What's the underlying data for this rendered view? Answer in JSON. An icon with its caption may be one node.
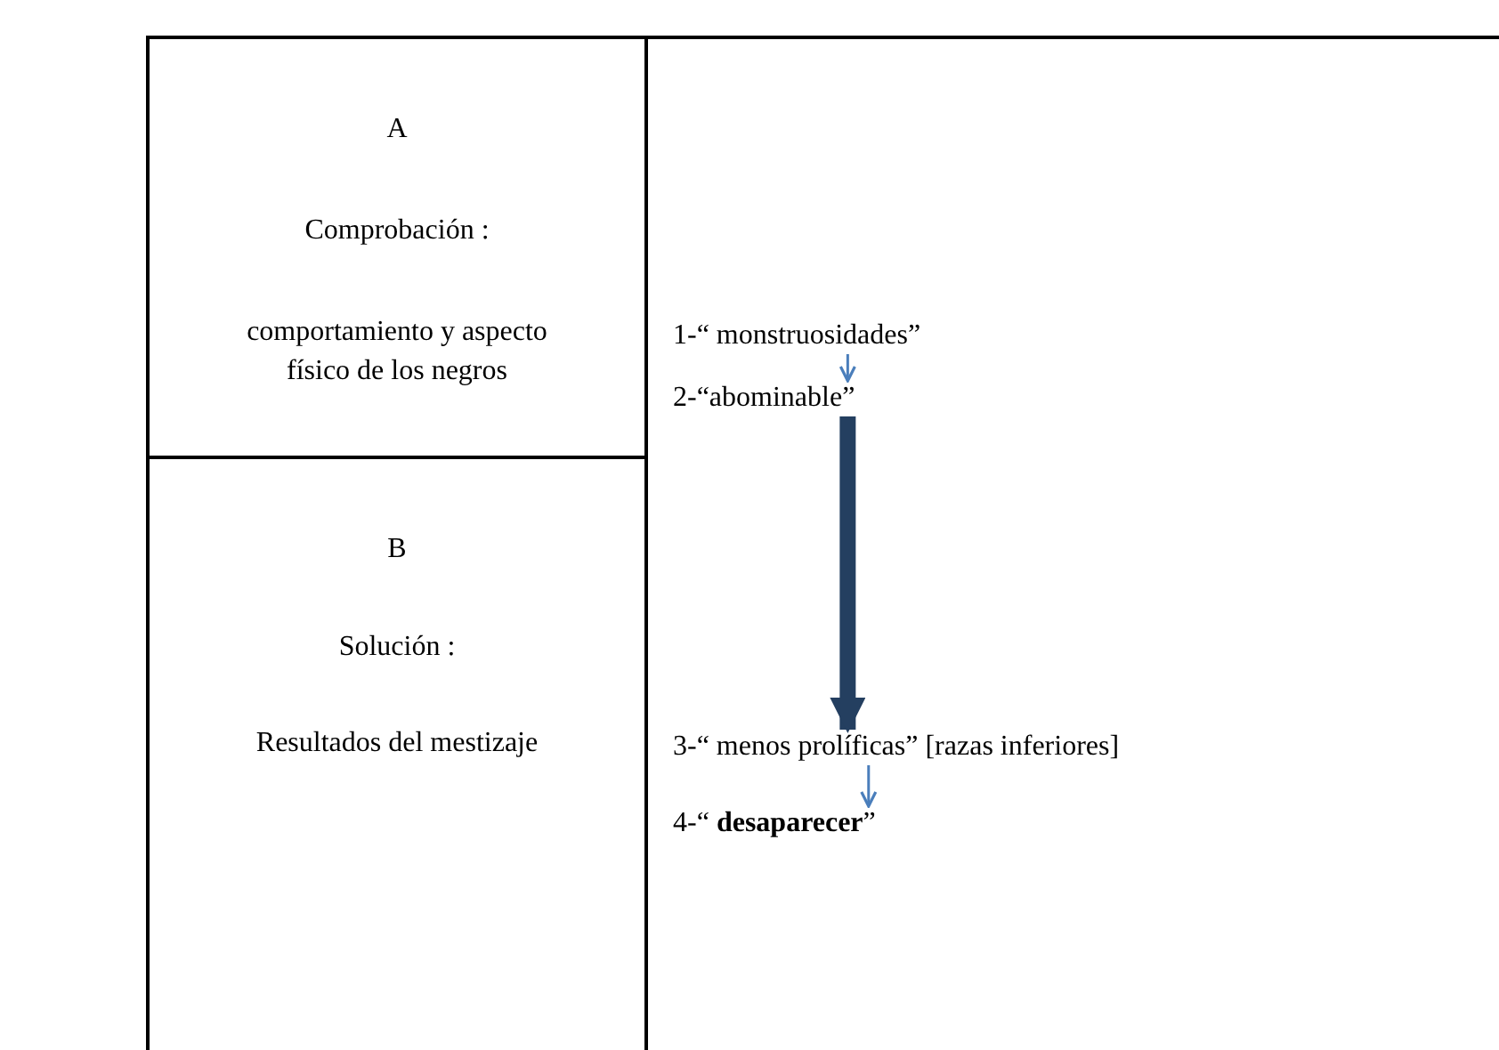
{
  "diagram": {
    "nodes": [
      {
        "text": [
          "A",
          "Comprobación :",
          "comportamiento y aspecto físico de los negros"
        ]
      },
      {
        "text": [
          "B",
          "Solución :",
          "Resultados del mestizaje"
        ]
      },
      {
        "text": [],
        "shape": "box"
      },
      {
        "text": [
          "1-“ monstruosidades”"
        ],
        "in": 2
      },
      {
        "text": [
          "2-“abominable”"
        ],
        "in": 2
      },
      {
        "text": [
          "3-“ menos prolíficas” [razas inferiores]"
        ],
        "in": 2
      },
      {
        "text": [
          "4-“ **desaparecer**”"
        ],
        "in": 2
      }
    ],
    "edges": [
      {
        "from": 3,
        "to": 4,
        "arrow": "to"
      },
      {
        "from": 4,
        "to": 5,
        "arrow": "to",
        "style": "thick",
        "color": "#243f60"
      },
      {
        "from": 5,
        "to": 6,
        "arrow": "to"
      }
    ]
  }
}
